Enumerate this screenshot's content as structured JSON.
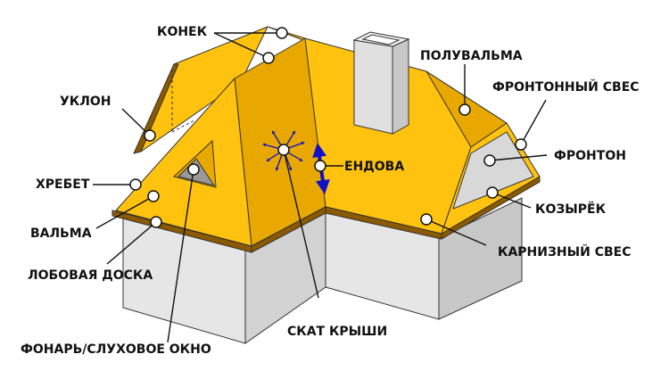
{
  "labels": {
    "konek": "КОНЕК",
    "uklon": "УКЛОН",
    "hrebet": "ХРЕБЕТ",
    "valma": "ВАЛЬМА",
    "lobovaya_doska": "ЛОБОВАЯ ДОСКА",
    "fonar": "ФОНАРЬ/СЛУХОВОЕ ОКНО",
    "skat": "СКАТ КРЫШИ",
    "endova": "ЕНДОВА",
    "karniz": "КАРНИЗНЫЙ СВЕС",
    "kozyrek": "КОЗЫРЁК",
    "fronton": "ФРОНТОН",
    "frontonny_ves": "ФРОНТОННЫЙ СВЕС",
    "poluvalma": "ПОЛУВАЛЬМА"
  },
  "colors": {
    "roof": "#FFC20E",
    "roof_dark": "#E8A800",
    "fascia": "#8B5A00",
    "wall_light": "#E6E6E6",
    "wall_mid": "#D2D2D2",
    "wall_dark": "#BDBDBD",
    "chimney": "#E0E0E0",
    "arrow": "#1010C8",
    "line": "#111111"
  }
}
